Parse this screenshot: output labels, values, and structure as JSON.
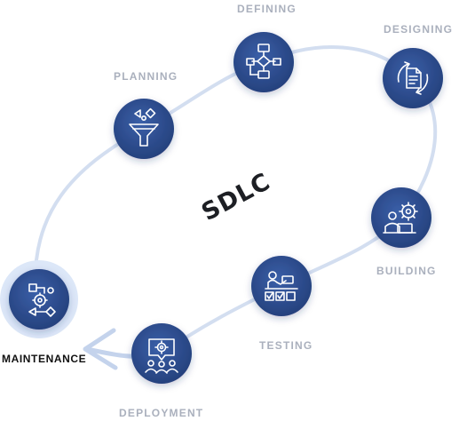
{
  "title": "SDLC",
  "colors": {
    "node_fill": "#2e4f93",
    "node_fill_dark": "#243f7a",
    "path": "#d3def0",
    "arrow": "#c4d3ec",
    "active_halo": "#dce7f8",
    "label_muted": "#aab0bd",
    "label_active": "#111111"
  },
  "stages": [
    {
      "id": "planning",
      "label": "PLANNING",
      "icon": "filter-funnel-icon",
      "active": false
    },
    {
      "id": "defining",
      "label": "DEFINING",
      "icon": "flowchart-icon",
      "active": false
    },
    {
      "id": "designing",
      "label": "DESIGNING",
      "icon": "document-cycle-icon",
      "active": false
    },
    {
      "id": "building",
      "label": "BUILDING",
      "icon": "developer-gear-icon",
      "active": false
    },
    {
      "id": "testing",
      "label": "TESTING",
      "icon": "checklist-tester-icon",
      "active": false
    },
    {
      "id": "deployment",
      "label": "DEPLOYMENT",
      "icon": "team-deploy-icon",
      "active": false
    },
    {
      "id": "maintenance",
      "label": "MAINTENANCE",
      "icon": "gear-workflow-icon",
      "active": true
    }
  ]
}
